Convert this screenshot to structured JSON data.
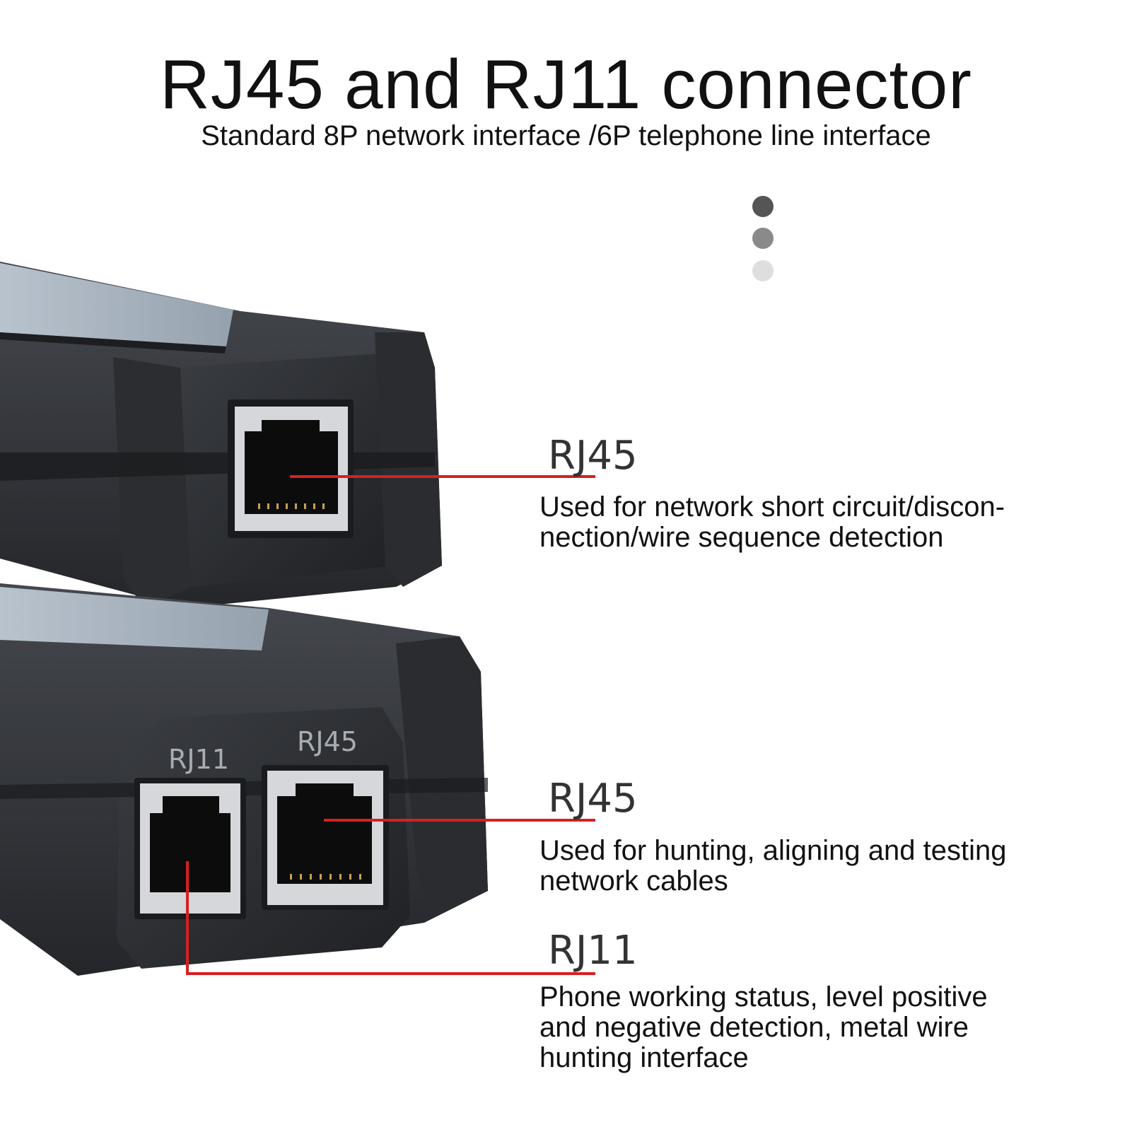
{
  "title": "RJ45 and RJ11 connector",
  "subtitle": "Standard 8P network interface /6P telephone line interface",
  "dots": [
    "#555555",
    "#8a8a8a",
    "#dedede"
  ],
  "device_labels": {
    "rj11": "RJ11",
    "rj45": "RJ45"
  },
  "callouts": [
    {
      "label": "RJ45",
      "description": "Used for network short circuit/discon-\nnection/wire sequence detection"
    },
    {
      "label": "RJ45",
      "description": "Used for hunting, aligning and testing\nnetwork cables"
    },
    {
      "label": "RJ11",
      "description": "Phone working status, level positive\nand negative detection, metal wire\nhunting interface"
    }
  ],
  "colors": {
    "accent_line": "#d62020",
    "device_body": "#2e3035"
  }
}
